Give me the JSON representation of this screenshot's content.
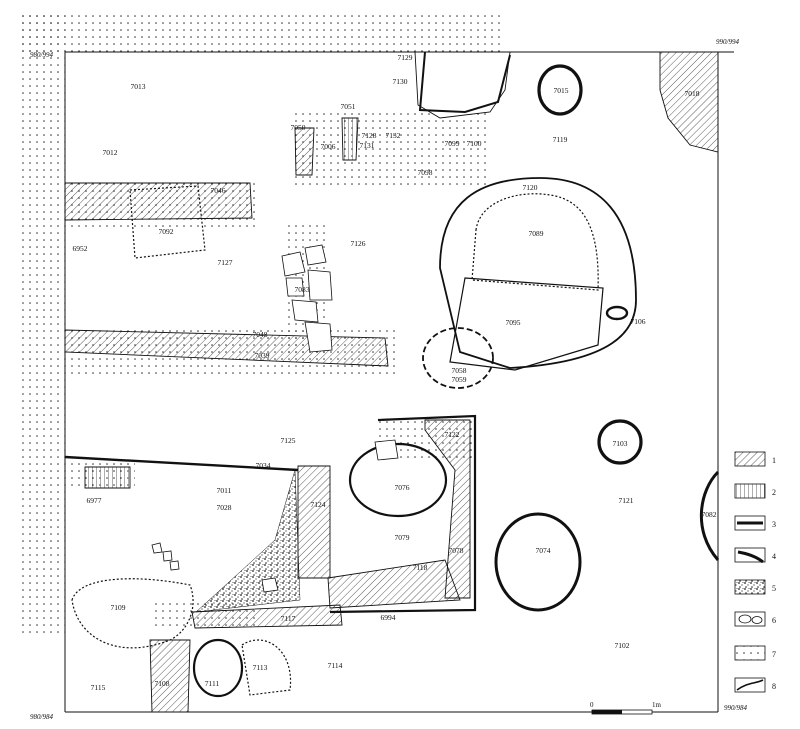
{
  "corners": {
    "top_left": "980/994",
    "top_right": "990/994",
    "bottom_left": "980/984",
    "bottom_right": "990/984"
  },
  "features": [
    "7013",
    "7012",
    "7046",
    "7092",
    "6952",
    "7127",
    "7126",
    "7083",
    "7048",
    "7039",
    "7050",
    "7051",
    "7006",
    "7128",
    "7131",
    "7132",
    "7129",
    "7130",
    "7099",
    "7100",
    "7098",
    "7015",
    "7119",
    "7018",
    "7120",
    "7089",
    "7095",
    "7106",
    "7058",
    "7059",
    "7125",
    "7034",
    "7011",
    "7028",
    "6977",
    "7122",
    "7076",
    "7124",
    "7079",
    "7078",
    "7118",
    "7074",
    "7103",
    "7121",
    "7082",
    "7109",
    "7117",
    "6994",
    "7114",
    "7115",
    "7108",
    "7111",
    "7113",
    "7102"
  ],
  "legend": [
    "1",
    "2",
    "3",
    "4",
    "5",
    "6",
    "7",
    "8"
  ],
  "scale": {
    "start": "0",
    "end": "1m"
  },
  "colors": {
    "ink": "#111111",
    "paper": "#ffffff"
  }
}
